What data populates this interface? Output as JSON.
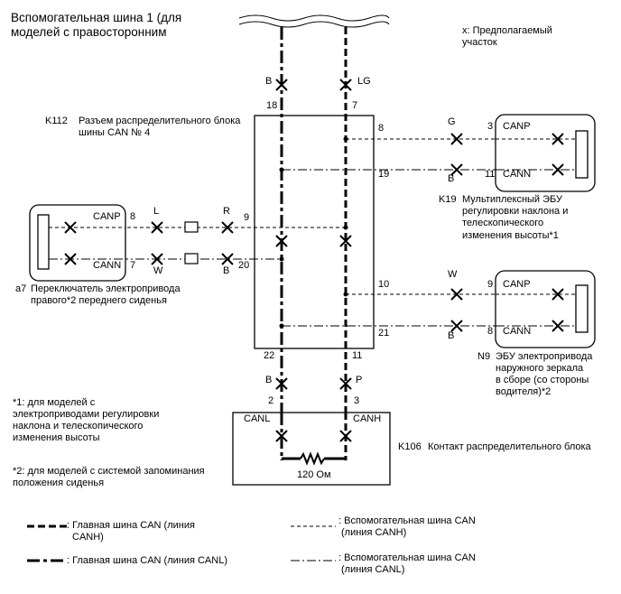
{
  "title": {
    "line1": "Вспомогательная шина 1 (для",
    "line2": "моделей с правосторонним"
  },
  "note_x": {
    "line1": "x: Предполагаемый",
    "line2": "участок"
  },
  "k112": {
    "code": "K112",
    "line1": "Разъем распределительного блока",
    "line2": "шины CAN № 4",
    "pins": {
      "p18": "18",
      "p7": "7",
      "p8": "8",
      "p19": "19",
      "p9": "9",
      "p20": "20",
      "p10": "10",
      "p21": "21",
      "p22": "22",
      "p11": "11"
    }
  },
  "k19": {
    "code": "K19",
    "line1": "Мультиплексный ЭБУ",
    "line2": "регулировки наклона и",
    "line3": "телескопического",
    "line4": "изменения высоты*1",
    "canp": "CANP",
    "cann": "CANN",
    "pin_p": "3",
    "pin_n": "11"
  },
  "a7": {
    "code": "a7",
    "line1": "Переключатель электропривода",
    "line2": "правого*2 переднего сиденья",
    "canp": "CANP",
    "cann": "CANN",
    "pin_p": "8",
    "pin_n": "7"
  },
  "n9": {
    "code": "N9",
    "line1": "ЭБУ электропривода",
    "line2": "наружного зеркала",
    "line3": "в сборе (со стороны",
    "line4": "водителя)*2",
    "canp": "CANP",
    "cann": "CANN",
    "pin_p": "9",
    "pin_n": "8"
  },
  "k106": {
    "code": "K106",
    "name": "Контакт распределительного блока",
    "canl": "CANL",
    "canh": "CANH",
    "pin_l": "2",
    "pin_h": "3",
    "resistor": "120 Ом"
  },
  "wire_colors": {
    "top_left": "B",
    "top_right": "LG",
    "k19_p": "G",
    "k19_n": "B",
    "a7_p1": "L",
    "a7_p2": "R",
    "a7_n1": "W",
    "a7_n2": "B",
    "n9_p": "W",
    "n9_n": "B",
    "bottom_left": "B",
    "bottom_right": "P"
  },
  "footnotes": {
    "f1_line1": "*1: для моделей с",
    "f1_line2": "электроприводами регулировки",
    "f1_line3": "наклона и телескопического",
    "f1_line4": "изменения высоты",
    "f2_line1": "*2: для моделей с системой запоминания",
    "f2_line2": "положения сиденья"
  },
  "legend": {
    "main_canh_line1": ": Главная шина CAN (линия",
    "main_canh_line2": "CANH)",
    "main_canl": ": Главная шина CAN (линия CANL)",
    "sub_canh_line1": ": Вспомогательная шина CAN",
    "sub_canh_line2": "(линия CANH)",
    "sub_canl_line1": ": Вспомогательная шина CAN",
    "sub_canl_line2": "(линия CANL)"
  }
}
